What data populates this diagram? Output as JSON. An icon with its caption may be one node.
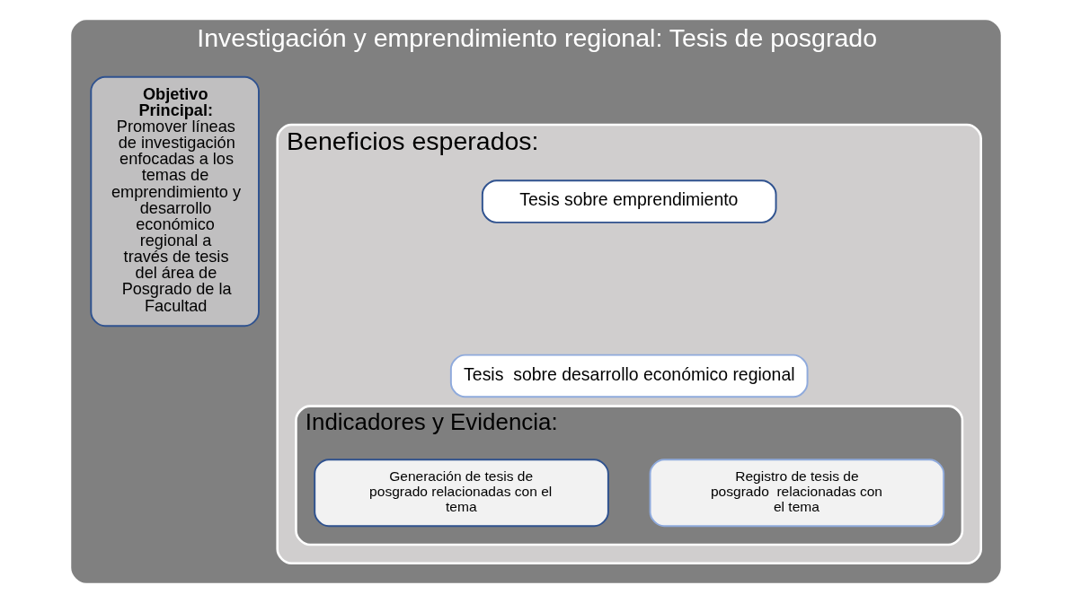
{
  "diagram": {
    "nodes": [
      {
        "text": [
          "Investigación y emprendimiento regional: Tesis de posgrado"
        ]
      },
      {
        "text": [
          "Objetivo Principal:",
          "Promover líneas de investigación enfocadas a los temas de emprendimiento y desarrollo económico regional a través de tesis del área de Posgrado de la Facultad"
        ],
        "in": 0
      },
      {
        "text": [
          "Beneficios esperados:"
        ],
        "in": 0
      },
      {
        "text": [
          "Tesis sobre emprendimiento"
        ],
        "in": 2
      },
      {
        "text": [
          "Tesis  sobre desarrollo económico regional"
        ],
        "in": 2
      },
      {
        "text": [
          "Indicadores y Evidencia:"
        ],
        "in": 2
      },
      {
        "text": [
          "Registro de tesis de posgrado  relacionadas con el tema"
        ],
        "in": 5
      },
      {
        "text": [
          "Generación de tesis de posgrado relacionadas con el tema"
        ],
        "in": 5
      }
    ]
  }
}
